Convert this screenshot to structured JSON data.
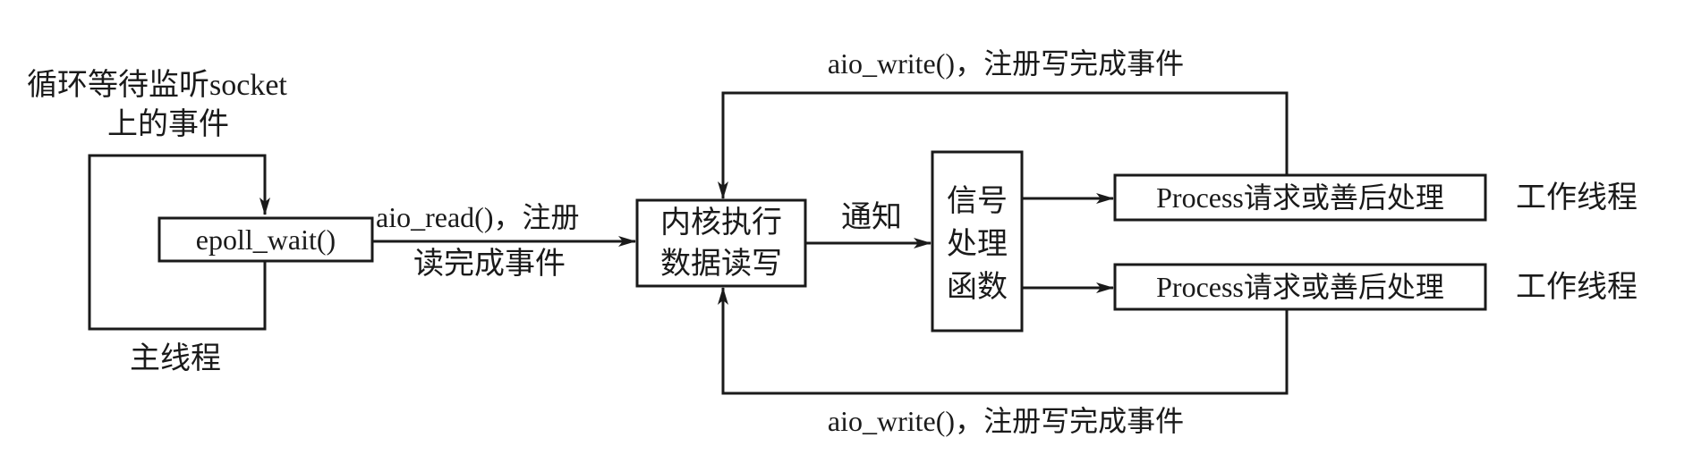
{
  "loop_caption_line1": "循环等待监听socket",
  "loop_caption_line2": "上的事件",
  "epoll_box": "epoll_wait()",
  "main_thread_label": "主线程",
  "aio_read_label_line1": "aio_read()，注册",
  "aio_read_label_line2": "读完成事件",
  "kernel_box_line1": "内核执行",
  "kernel_box_line2": "数据读写",
  "notify_label": "通知",
  "signal_box_line1": "信号",
  "signal_box_line2": "处理",
  "signal_box_line3": "函数",
  "process_box_top": "Process请求或善后处理",
  "process_box_bottom": "Process请求或善后处理",
  "worker_label_top": "工作线程",
  "worker_label_bottom": "工作线程",
  "aio_write_top": "aio_write()，注册写完成事件",
  "aio_write_bottom": "aio_write()，注册写完成事件",
  "colors": {
    "stroke": "#1a1a1a",
    "background": "#ffffff"
  }
}
